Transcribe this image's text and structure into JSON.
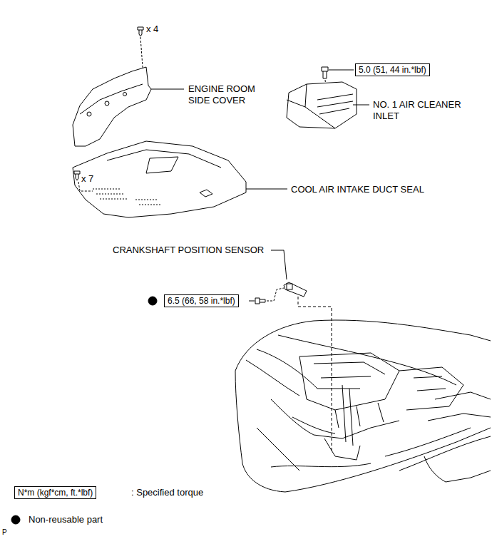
{
  "diagram": {
    "nodes": [
      {
        "text": [
          "5.0 (51, 44 in.*lbf)"
        ]
      },
      {
        "text": [
          "6.5 (66, 58 in.*lbf)"
        ]
      },
      {
        "text": [
          "N*m (kgf*cm, ft.*lbf)"
        ]
      }
    ],
    "labels": [
      "x 4",
      "ENGINE ROOM SIDE COVER",
      "NO. 1 AIR CLEANER INLET",
      "x 7",
      "COOL AIR INTAKE DUCT SEAL",
      "CRANKSHAFT POSITION SENSOR",
      "P"
    ],
    "legend": [
      {
        "text": ": Specified torque"
      },
      {
        "text": "Non-reusable part"
      }
    ]
  }
}
